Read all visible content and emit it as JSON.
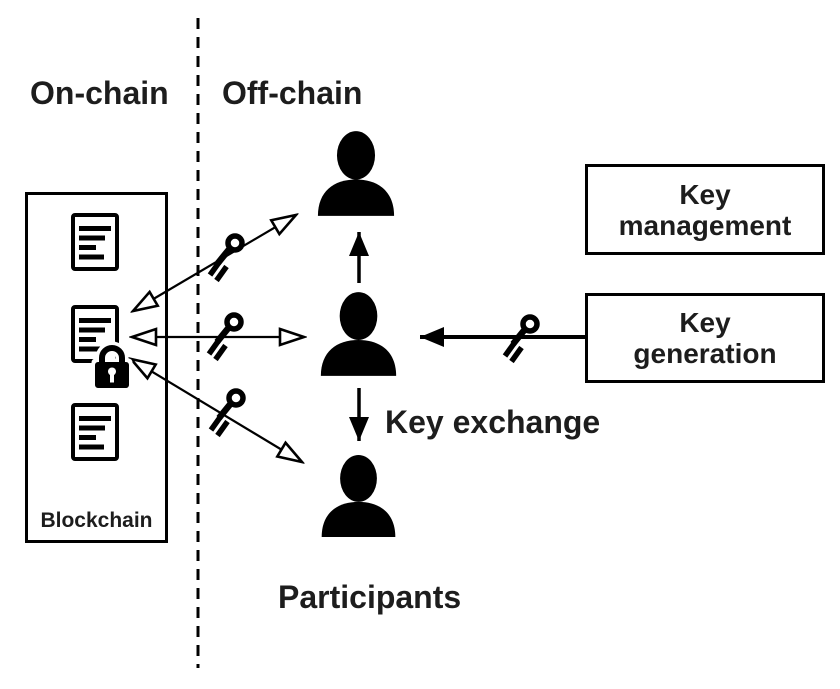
{
  "regions": {
    "on_chain": "On-chain",
    "off_chain": "Off-chain"
  },
  "blockchain": {
    "label": "Blockchain",
    "document_count": 3,
    "locked_document_index": 1
  },
  "participants": {
    "label": "Participants",
    "key_exchange_label": "Key exchange",
    "count": 3
  },
  "boxes": {
    "key_management": {
      "line1": "Key",
      "line2": "management"
    },
    "key_generation": {
      "line1": "Key",
      "line2": "generation"
    }
  },
  "icons": {
    "person": "person-silhouette-icon",
    "document": "document-icon",
    "padlock": "padlock-icon",
    "key": "key-icon",
    "divider": "dashed-divider-line"
  },
  "colors": {
    "ink": "#000000",
    "text": "#1d1d1d",
    "background": "#ffffff"
  }
}
